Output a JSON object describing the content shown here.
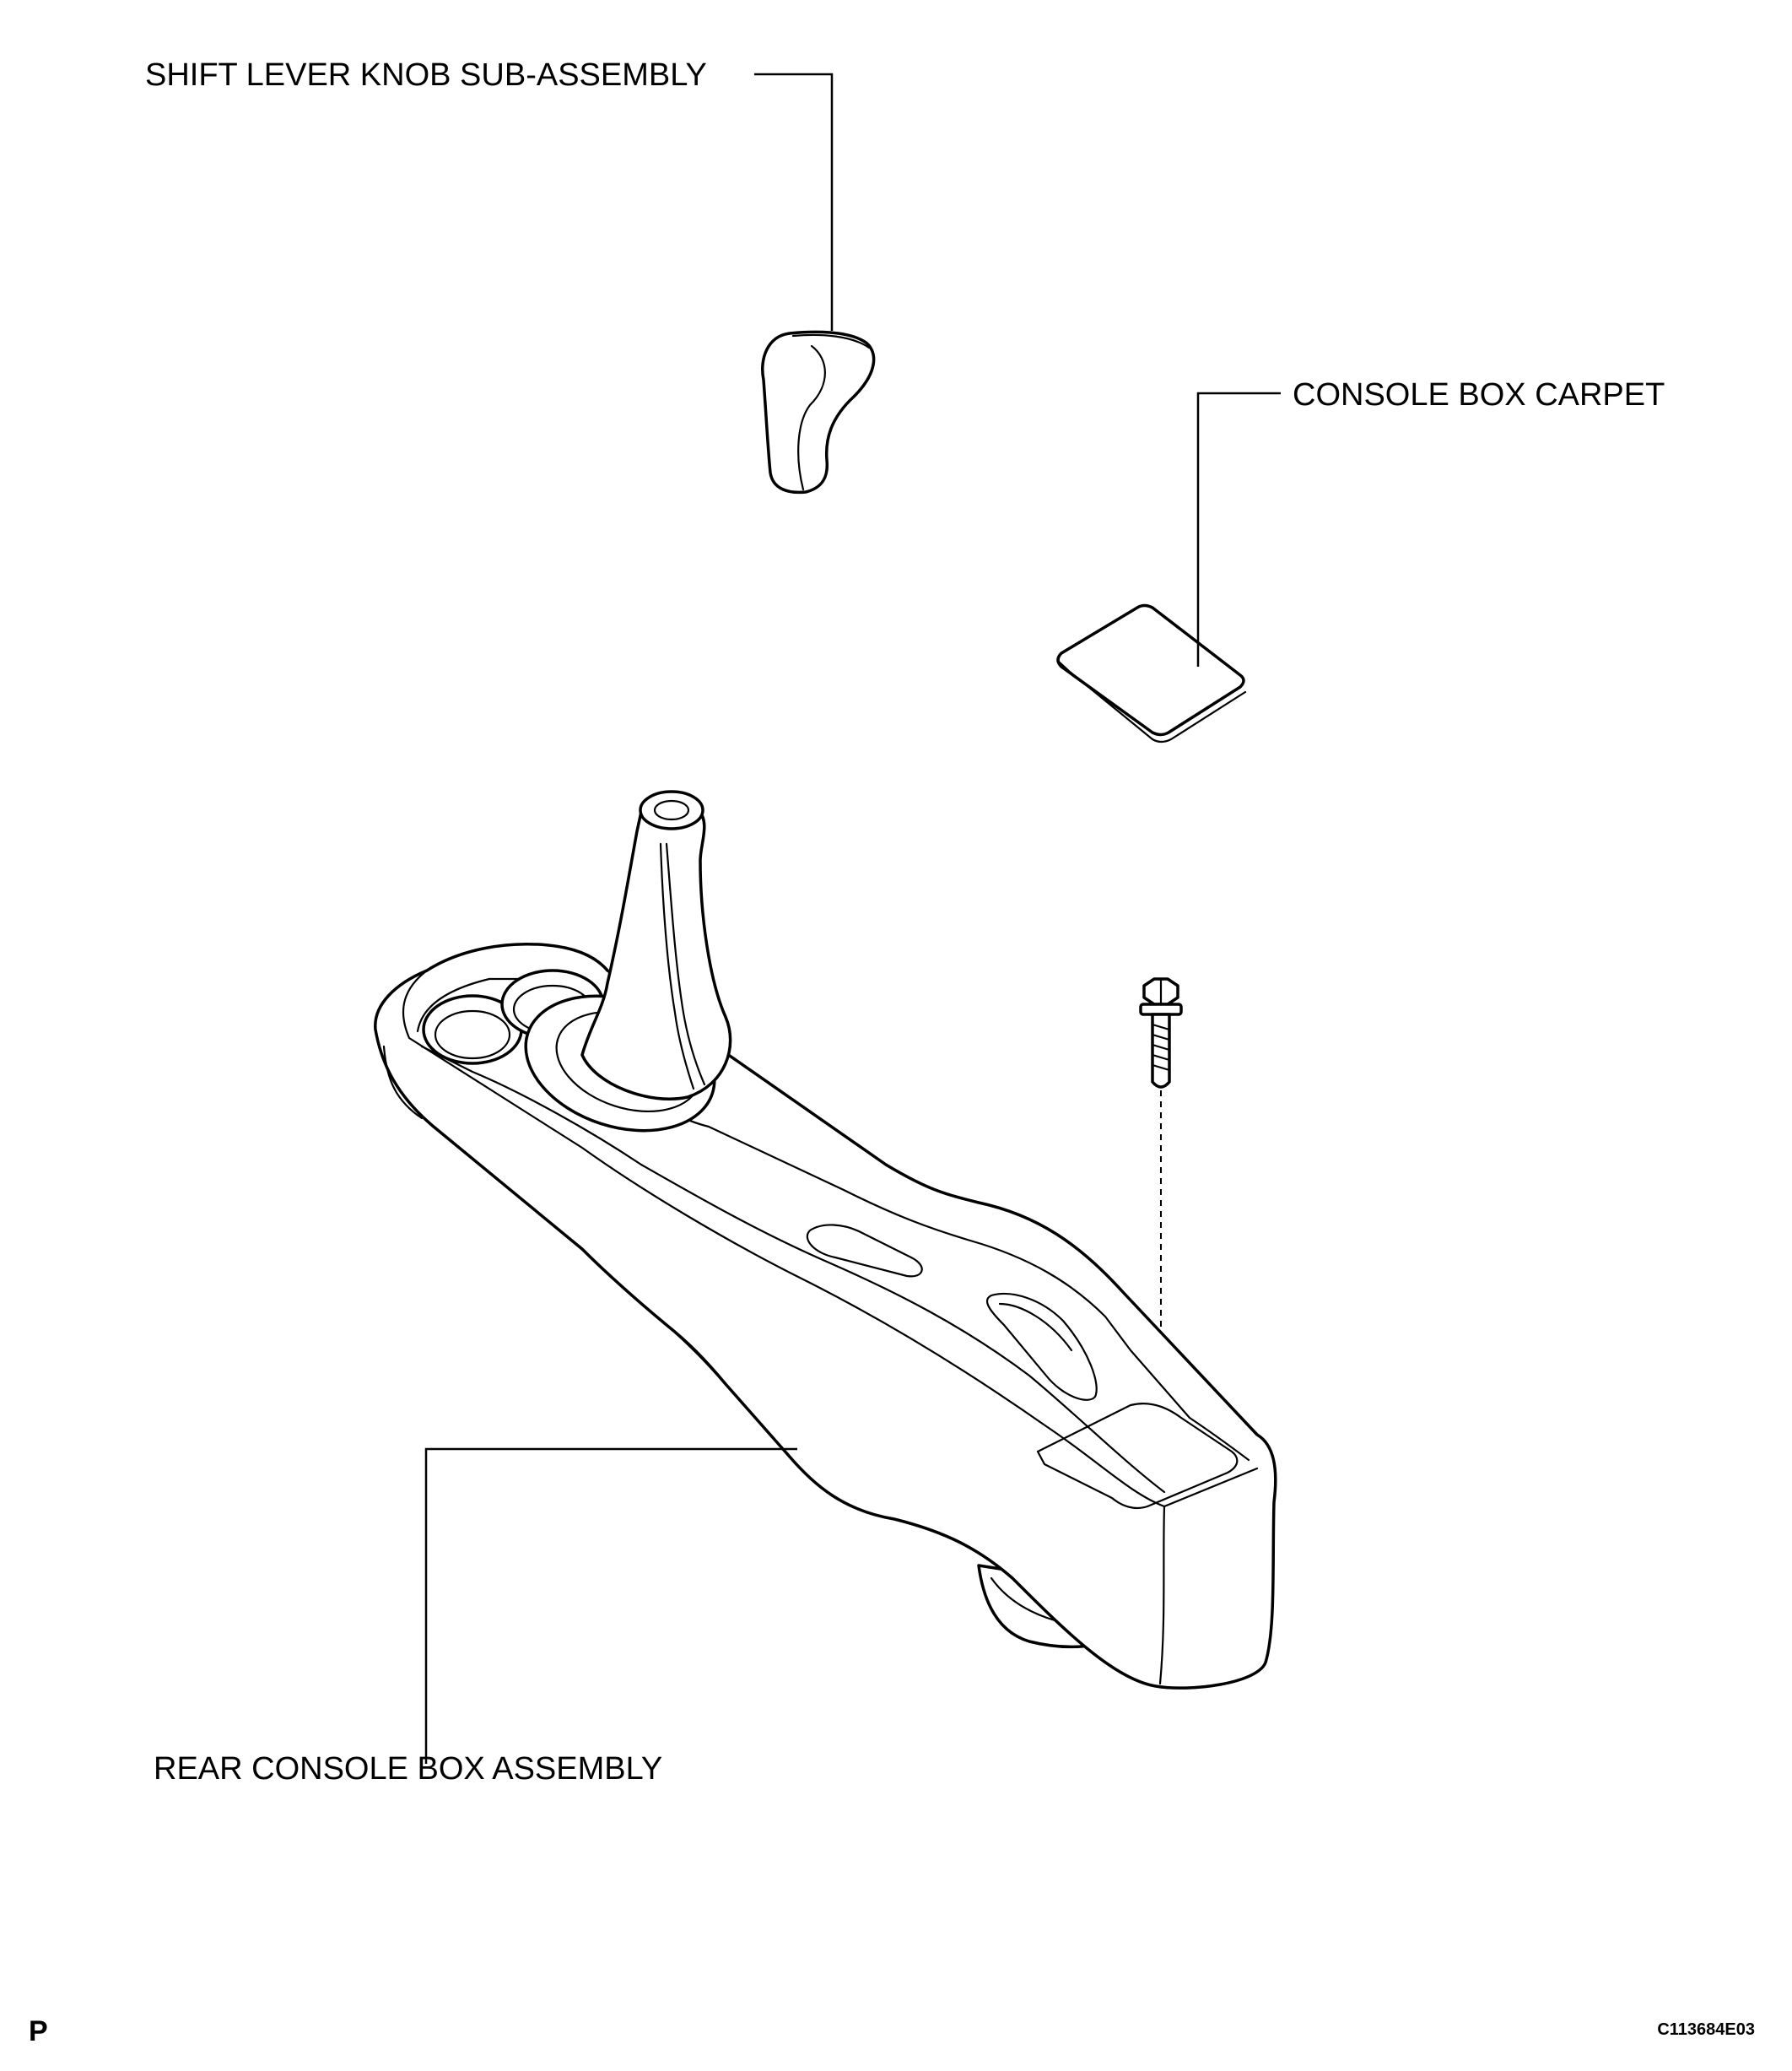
{
  "labels": {
    "knob": "SHIFT LEVER KNOB SUB-ASSEMBLY",
    "carpet": "CONSOLE BOX CARPET",
    "rear_box": "REAR CONSOLE BOX ASSEMBLY"
  },
  "footer": {
    "left_mark": "P",
    "code": "C113684E03"
  }
}
